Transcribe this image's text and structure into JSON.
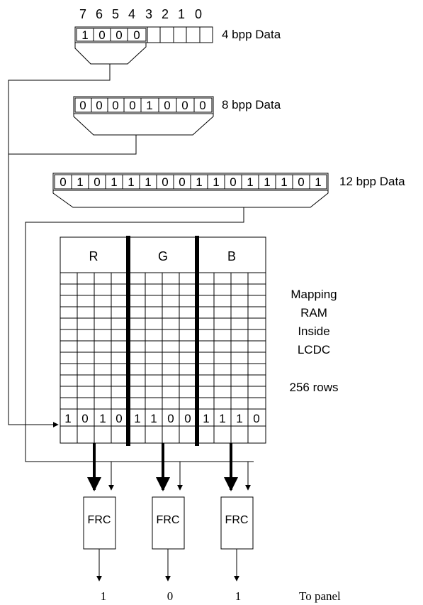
{
  "bit_positions": [
    "7",
    "6",
    "5",
    "4",
    "3",
    "2",
    "1",
    "0"
  ],
  "data_4bpp": {
    "label": "4 bpp Data",
    "bits": [
      "1",
      "0",
      "0",
      "0",
      "",
      "",
      "",
      ""
    ]
  },
  "data_8bpp": {
    "label": "8 bpp Data",
    "bits": [
      "0",
      "0",
      "0",
      "0",
      "1",
      "0",
      "0",
      "0"
    ]
  },
  "data_12bpp": {
    "label": "12 bpp Data",
    "bits": [
      "0",
      "1",
      "0",
      "1",
      "1",
      "1",
      "0",
      "0",
      "1",
      "1",
      "0",
      "1",
      "1",
      "1",
      "0",
      "1"
    ]
  },
  "ram": {
    "headers": [
      "R",
      "G",
      "B"
    ],
    "selected_row": [
      "1",
      "0",
      "1",
      "0",
      "1",
      "1",
      "0",
      "0",
      "1",
      "1",
      "1",
      "0"
    ],
    "title_lines": [
      "Mapping",
      "RAM",
      "Inside",
      "LCDC"
    ],
    "rows_label": "256 rows"
  },
  "frc": {
    "labels": [
      "FRC",
      "FRC",
      "FRC"
    ],
    "outputs": [
      "1",
      "0",
      "1"
    ]
  },
  "to_panel_label": "To panel"
}
